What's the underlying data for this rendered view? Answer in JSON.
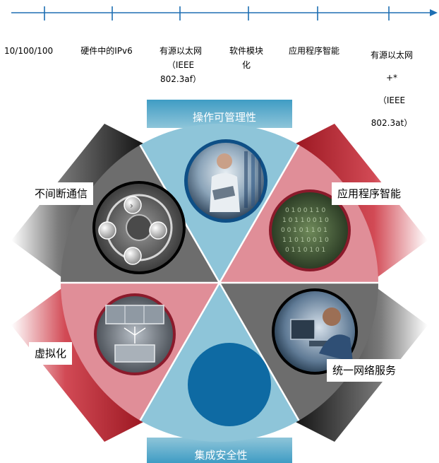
{
  "timeline": {
    "milestones": [
      "10/100/100",
      "硬件中的IPv6",
      "有源以太网\n（IEEE\n802.3af）",
      "软件模块\n化",
      "应用程序智能",
      "有源以太网+*\n（IEEE\n802.3at）"
    ]
  },
  "segments": {
    "top": "操作可管理性",
    "upper_left": "不间断通信",
    "upper_right": "应用程序智能",
    "lower_left": "虚拟化",
    "lower_right": "统一网络服务",
    "bottom": "集成安全性"
  },
  "colors": {
    "blue": "#8ec5d9",
    "pink": "#e08e98",
    "gray": "#6d6d6d",
    "dark_red": "#b0202a",
    "axis_blue": "#1e6fb3",
    "circle_fill": "#0e6aa3"
  }
}
